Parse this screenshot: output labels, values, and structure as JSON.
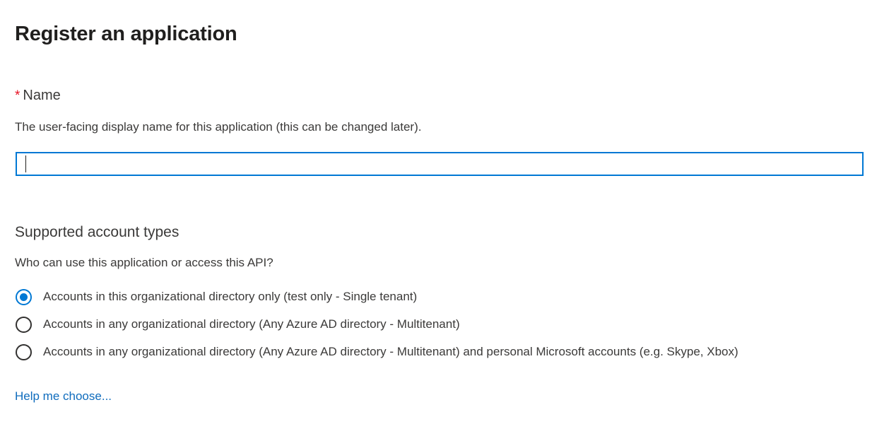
{
  "page": {
    "title": "Register an application"
  },
  "name_field": {
    "required_marker": "*",
    "label": "Name",
    "description": "The user-facing display name for this application (this can be changed later).",
    "value": "",
    "placeholder": "",
    "focused": true
  },
  "supported_account_types": {
    "heading": "Supported account types",
    "description": "Who can use this application or access this API?",
    "options": [
      {
        "label": "Accounts in this organizational directory only (test only - Single tenant)",
        "selected": true
      },
      {
        "label": "Accounts in any organizational directory (Any Azure AD directory - Multitenant)",
        "selected": false
      },
      {
        "label": "Accounts in any organizational directory (Any Azure AD directory - Multitenant) and personal Microsoft accounts (e.g. Skype, Xbox)",
        "selected": false
      }
    ],
    "help_link": "Help me choose..."
  },
  "colors": {
    "accent_blue": "#0078d4",
    "link_blue": "#0f6cbd",
    "required_red": "#e81123",
    "text_primary": "#201f1e",
    "text_secondary": "#3b3a39",
    "background": "#ffffff"
  }
}
